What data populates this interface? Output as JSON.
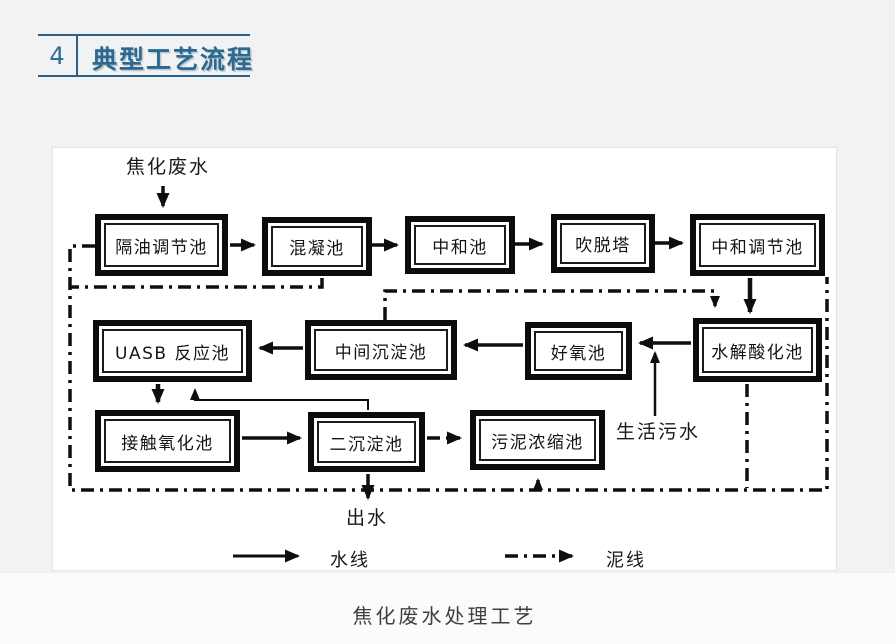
{
  "header": {
    "section_number": "4",
    "section_title": "典型工艺流程"
  },
  "diagram": {
    "source_label": "焦化废水",
    "domestic_sewage_label": "生活污水",
    "effluent_label": "出水",
    "legend": {
      "water_line": "水线",
      "sludge_line": "泥线"
    },
    "boxes": [
      {
        "id": "oil-separation-regulation-tank",
        "label": "隔油调节池"
      },
      {
        "id": "coagulation-tank",
        "label": "混凝池"
      },
      {
        "id": "neutralization-tank",
        "label": "中和池"
      },
      {
        "id": "stripping-tower",
        "label": "吹脱塔"
      },
      {
        "id": "neutralization-regulation-tank",
        "label": "中和调节池"
      },
      {
        "id": "uasb-reactor",
        "label": "UASB 反应池"
      },
      {
        "id": "intermediate-sedimentation-tank",
        "label": "中间沉淀池"
      },
      {
        "id": "aerobic-tank",
        "label": "好氧池"
      },
      {
        "id": "hydrolysis-acidification-tank",
        "label": "水解酸化池"
      },
      {
        "id": "contact-oxidation-tank",
        "label": "接触氧化池"
      },
      {
        "id": "secondary-sedimentation-tank",
        "label": "二沉淀池"
      },
      {
        "id": "sludge-thickening-tank",
        "label": "污泥浓缩池"
      }
    ],
    "colors": {
      "accent_blue": "#2a6a91",
      "line_black": "#111111"
    }
  },
  "caption": "焦化废水处理工艺"
}
